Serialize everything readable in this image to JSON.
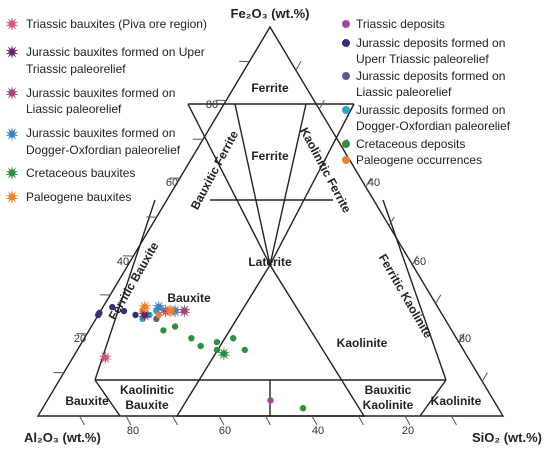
{
  "chart_data": {
    "type": "ternary",
    "vertices": {
      "top": "Fe₂O₃ (wt.%)",
      "left": "Al₂O₃ (wt.%)",
      "right": "SiO₂ (wt.%)"
    },
    "ticks": {
      "left_edge": [
        "80",
        "60",
        "40",
        "20"
      ],
      "bottom_edge": [
        "80",
        "60",
        "40",
        "20"
      ],
      "right_edge": [
        "40",
        "60",
        "80"
      ]
    },
    "fields": [
      "Ferrite",
      "Ferrite",
      "Bauxitic Ferrite",
      "Kaolinitic Ferrite",
      "Ferritic Bauxite",
      "Ferritic Kaolinite",
      "Laterite",
      "Bauxite",
      "Kaolinite",
      "Bauxite",
      "Kaolinitic Bauxite",
      "Bauxitic Kaolinite",
      "Kaolinite"
    ],
    "legend_left": [
      {
        "label": "Triassic bauxites (Piva ore region)",
        "color": "#d5527f",
        "marker": "star-burst"
      },
      {
        "label": "Jurassic bauxites formed on Uper Triassic paleorelief",
        "color": "#6a1d68",
        "marker": "star-burst"
      },
      {
        "label": "Jurassic bauxites formed on Liassic paleorelief",
        "color": "#a0486d",
        "marker": "star-burst"
      },
      {
        "label": "Jurassic bauxites formed on Dogger-Oxfordian paleorelief",
        "color": "#3d7fc2",
        "marker": "star-burst"
      },
      {
        "label": "Cretaceous bauxites",
        "color": "#2c8c3b",
        "marker": "star-burst"
      },
      {
        "label": "Paleogene bauxites",
        "color": "#f07f2c",
        "marker": "star-burst"
      }
    ],
    "legend_right": [
      {
        "label": "Triassic deposits",
        "color": "#a0469a",
        "marker": "circle"
      },
      {
        "label": "Jurassic deposits formed on Uperr Triassic paleorelief",
        "color": "#3a2b7a",
        "marker": "circle"
      },
      {
        "label": "Jurassic deposits formed on Liassic paleorelief",
        "color": "#5c5c8a",
        "marker": "circle"
      },
      {
        "label": "Jurassic deposits formed on Dogger-Oxfordian paleorelief",
        "color": "#2aa6c9",
        "marker": "circle"
      },
      {
        "label": "Cretaceous deposits",
        "color": "#2f8f3e",
        "marker": "circle"
      },
      {
        "label": "Paleogene occurrences",
        "color": "#f08030",
        "marker": "circle"
      }
    ],
    "points": [
      {
        "group": "Jurassic deposits formed on Uperr Triassic paleorelief",
        "Al2O3": 77,
        "Fe2O3": 27,
        "SiO2": 0
      },
      {
        "group": "Jurassic deposits formed on Uperr Triassic paleorelief",
        "Al2O3": 75,
        "Fe2O3": 27,
        "SiO2": 0
      },
      {
        "group": "Jurassic deposits formed on Uperr Triassic paleorelief",
        "Al2O3": 70,
        "Fe2O3": 28,
        "SiO2": 2
      },
      {
        "group": "Jurassic deposits formed on Uperr Triassic paleorelief",
        "Al2O3": 68,
        "Fe2O3": 27,
        "SiO2": 5
      },
      {
        "group": "Jurassic deposits formed on Uperr Triassic paleorelief",
        "Al2O3": 66,
        "Fe2O3": 26,
        "SiO2": 8
      },
      {
        "group": "Jurassic deposits formed on Liassic paleorelief",
        "Al2O3": 64,
        "Fe2O3": 26,
        "SiO2": 10
      },
      {
        "group": "Jurassic deposits formed on Liassic paleorelief",
        "Al2O3": 62,
        "Fe2O3": 25,
        "SiO2": 13
      },
      {
        "group": "Jurassic deposits formed on Dogger-Oxfordian paleorelief",
        "Al2O3": 65,
        "Fe2O3": 25,
        "SiO2": 10
      },
      {
        "group": "Jurassic deposits formed on Dogger-Oxfordian paleorelief",
        "Al2O3": 63,
        "Fe2O3": 26,
        "SiO2": 11
      },
      {
        "group": "Jurassic deposits formed on Dogger-Oxfordian paleorelief",
        "Al2O3": 61,
        "Fe2O3": 27,
        "SiO2": 12
      },
      {
        "group": "Cretaceous deposits",
        "Al2O3": 62,
        "Fe2O3": 22,
        "SiO2": 16
      },
      {
        "group": "Cretaceous deposits",
        "Al2O3": 59,
        "Fe2O3": 23,
        "SiO2": 18
      },
      {
        "group": "Cretaceous deposits",
        "Al2O3": 57,
        "Fe2O3": 20,
        "SiO2": 23
      },
      {
        "group": "Cretaceous deposits",
        "Al2O3": 56,
        "Fe2O3": 18,
        "SiO2": 26
      },
      {
        "group": "Cretaceous deposits",
        "Al2O3": 53,
        "Fe2O3": 17,
        "SiO2": 30
      },
      {
        "group": "Cretaceous deposits",
        "Al2O3": 52,
        "Fe2O3": 19,
        "SiO2": 29
      },
      {
        "group": "Cretaceous deposits",
        "Al2O3": 48,
        "Fe2O3": 20,
        "SiO2": 32
      },
      {
        "group": "Cretaceous deposits",
        "Al2O3": 47,
        "Fe2O3": 17,
        "SiO2": 36
      },
      {
        "group": "Cretaceous deposits",
        "Al2O3": 42,
        "Fe2O3": 2,
        "SiO2": 56
      },
      {
        "group": "Paleogene occurrences",
        "Al2O3": 64,
        "Fe2O3": 27,
        "SiO2": 9
      },
      {
        "group": "Paleogene occurrences",
        "Al2O3": 61,
        "Fe2O3": 26,
        "SiO2": 13
      },
      {
        "group": "Triassic deposits",
        "Al2O3": 48,
        "Fe2O3": 4,
        "SiO2": 48
      },
      {
        "group": "Triassic bauxites (Piva ore region)",
        "Al2O3": 78,
        "Fe2O3": 15,
        "SiO2": 7
      },
      {
        "group": "Jurassic bauxites formed on Uper Triassic paleorelief",
        "Al2O3": 64,
        "Fe2O3": 26,
        "SiO2": 10
      },
      {
        "group": "Jurassic bauxites formed on Liassic paleorelief",
        "Al2O3": 59,
        "Fe2O3": 27,
        "SiO2": 14
      },
      {
        "group": "Jurassic bauxites formed on Liassic paleorelief",
        "Al2O3": 55,
        "Fe2O3": 27,
        "SiO2": 18
      },
      {
        "group": "Jurassic bauxites formed on Dogger-Oxfordian paleorelief",
        "Al2O3": 60,
        "Fe2O3": 28,
        "SiO2": 12
      },
      {
        "group": "Jurassic bauxites formed on Dogger-Oxfordian paleorelief",
        "Al2O3": 57,
        "Fe2O3": 27,
        "SiO2": 16
      },
      {
        "group": "Cretaceous bauxites",
        "Al2O3": 52,
        "Fe2O3": 16,
        "SiO2": 32
      },
      {
        "group": "Paleogene bauxites",
        "Al2O3": 63,
        "Fe2O3": 28,
        "SiO2": 9
      },
      {
        "group": "Paleogene bauxites",
        "Al2O3": 58,
        "Fe2O3": 27,
        "SiO2": 15
      }
    ]
  }
}
